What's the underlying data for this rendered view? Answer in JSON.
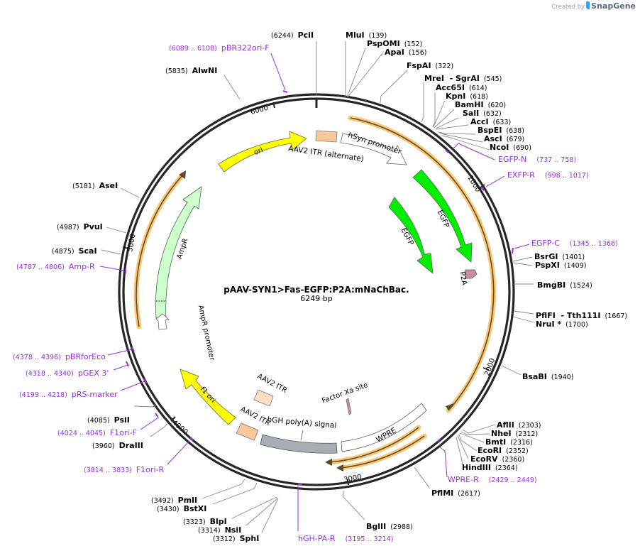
{
  "credit": {
    "prefix": "Created by",
    "brand": "SnapGene"
  },
  "plasmid": {
    "name": "pAAV-SYN1>Fas-EGFP:P2A:mNaChBac.",
    "length_label": "6249 bp",
    "length": 6249
  },
  "ticks": [
    {
      "label": "1000",
      "pos": 1000
    },
    {
      "label": "2000",
      "pos": 2000
    },
    {
      "label": "3000",
      "pos": 3000
    },
    {
      "label": "4000",
      "pos": 4000
    },
    {
      "label": "5000",
      "pos": 5000
    },
    {
      "label": "6000",
      "pos": 6000
    }
  ],
  "enzymes_right": [
    {
      "name": "MluI",
      "pos": "(139)"
    },
    {
      "name": "PspOMI",
      "pos": "(152)"
    },
    {
      "name": "ApaI",
      "pos": "(156)"
    },
    {
      "name": "FspAI",
      "pos": "(322)"
    },
    {
      "name": "MreI  - SgrAI",
      "pos": "(545)"
    },
    {
      "name": "Acc65I",
      "pos": "(614)"
    },
    {
      "name": "KpnI",
      "pos": "(618)"
    },
    {
      "name": "BamHI",
      "pos": "(620)"
    },
    {
      "name": "SalI",
      "pos": "(632)"
    },
    {
      "name": "AccI",
      "pos": "(633)"
    },
    {
      "name": "BspEI",
      "pos": "(638)"
    },
    {
      "name": "AscI",
      "pos": "(679)"
    },
    {
      "name": "NcoI",
      "pos": "(690)"
    },
    {
      "name": "BsrGI",
      "pos": "(1401)"
    },
    {
      "name": "PspXI",
      "pos": "(1409)"
    },
    {
      "name": "BmgBI",
      "pos": "(1524)"
    },
    {
      "name": "PflFI  - Tth111I",
      "pos": "(1667)"
    },
    {
      "name": "NruI *",
      "pos": "(1700)"
    },
    {
      "name": "BsaBI",
      "pos": "(1940)"
    },
    {
      "name": "AflII",
      "pos": "(2303)"
    },
    {
      "name": "NheI",
      "pos": "(2312)"
    },
    {
      "name": "BmtI",
      "pos": "(2316)"
    },
    {
      "name": "EcoRI",
      "pos": "(2352)"
    },
    {
      "name": "EcoRV",
      "pos": "(2360)"
    },
    {
      "name": "HindIII",
      "pos": "(2364)"
    },
    {
      "name": "PflMI",
      "pos": "(2617)"
    },
    {
      "name": "BglII",
      "pos": "(2988)"
    }
  ],
  "enzymes_left": [
    {
      "name": "PciI",
      "pos": "(6244)"
    },
    {
      "name": "AlwNI",
      "pos": "(5835)"
    },
    {
      "name": "AseI",
      "pos": "(5181)"
    },
    {
      "name": "PvuI",
      "pos": "(4987)"
    },
    {
      "name": "ScaI",
      "pos": "(4875)"
    },
    {
      "name": "PsiI",
      "pos": "(4085)"
    },
    {
      "name": "DraIII",
      "pos": "(3960)"
    },
    {
      "name": "PmlI",
      "pos": "(3492)"
    },
    {
      "name": "BstXI",
      "pos": "(3430)"
    },
    {
      "name": "BlpI",
      "pos": "(3323)"
    },
    {
      "name": "NsiI",
      "pos": "(3314)"
    },
    {
      "name": "SphI",
      "pos": "(3312)"
    }
  ],
  "primers": [
    {
      "name": "pBR322ori-F",
      "range": "(6089 .. 6108)"
    },
    {
      "name": "EGFP-N",
      "range": "(737 .. 758)"
    },
    {
      "name": "EXFP-R",
      "range": "(998 .. 1017)"
    },
    {
      "name": "EGFP-C",
      "range": "(1345 .. 1366)"
    },
    {
      "name": "WPRE-R",
      "range": "(2429 .. 2449)"
    },
    {
      "name": "hGH-PA-R",
      "range": "(3195 .. 3214)"
    },
    {
      "name": "F1ori-R",
      "range": "(3814 .. 3833)"
    },
    {
      "name": "F1ori-F",
      "range": "(4024 .. 4045)"
    },
    {
      "name": "pRS-marker",
      "range": "(4199 .. 4218)"
    },
    {
      "name": "pGEX 3'",
      "range": "(4318 .. 4340)"
    },
    {
      "name": "pBRforEco",
      "range": "(4378 .. 4396)"
    },
    {
      "name": "Amp-R",
      "range": "(4787 .. 4806)"
    }
  ],
  "features": [
    {
      "name": "ori",
      "color": "#ffff00",
      "type": "arrow-cw"
    },
    {
      "name": "AAV2 ITR (alternate)",
      "color": "#f9c89b",
      "type": "box"
    },
    {
      "name": "hSyn promoter",
      "color": "#ffffff",
      "type": "arrow-cw"
    },
    {
      "name": "EGFP",
      "color": "#00ee00",
      "type": "arrow-cw"
    },
    {
      "name": "EGFP",
      "color": "#00ee00",
      "type": "arrow-cw"
    },
    {
      "name": "P2A",
      "color": "#c890a8",
      "type": "arrow-cw"
    },
    {
      "name": "WPRE",
      "color": "#ffffff",
      "type": "box"
    },
    {
      "name": "Factor Xa site",
      "color": "#c890a8",
      "type": "site"
    },
    {
      "name": "hGH poly(A) signal",
      "color": "#a8adb3",
      "type": "box"
    },
    {
      "name": "AAV2 ITR",
      "color": "#f9c89b",
      "type": "box"
    },
    {
      "name": "AAV2 ITR",
      "color": "#fde0c4",
      "type": "box"
    },
    {
      "name": "f1 ori",
      "color": "#ffff00",
      "type": "arrow-ccw"
    },
    {
      "name": "AmpR",
      "color": "#ccffcc",
      "type": "arrow-ccw"
    },
    {
      "name": "AmpR promoter",
      "color": "#ffffff",
      "type": "arrow-ccw"
    }
  ],
  "colors": {
    "backbone": "#262626",
    "orf": "#fbc877",
    "primer": "#9b30d9",
    "site_line": "#888888"
  }
}
